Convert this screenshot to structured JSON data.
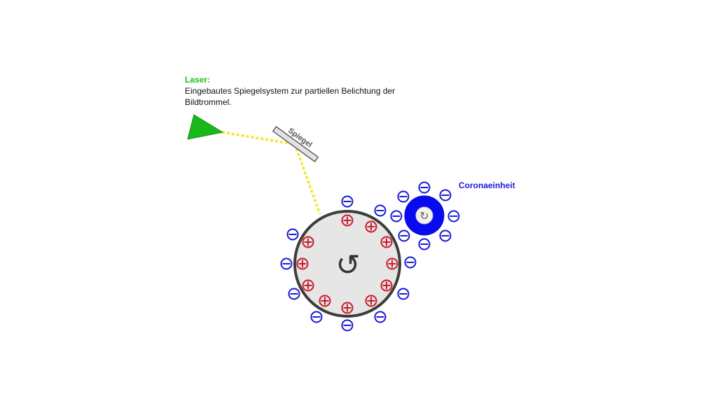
{
  "laser": {
    "title": "Laser:",
    "description": "Eingebautes Spiegelsystem zur partiellen Belichtung der Bildtrommel."
  },
  "mirror": {
    "label": "Spiegel"
  },
  "corona_unit": {
    "label": "Coronaeinheit"
  },
  "drum": {
    "rotation_symbol": "↺"
  },
  "corona_roller": {
    "rotation_symbol": "↻"
  },
  "colors": {
    "laser": "#19b819",
    "beam": "#f3e62a",
    "negative": "#1a1ad6",
    "positive": "#cc1a2a",
    "drum_fill": "#e6e6e6",
    "drum_stroke": "#3d3d3d",
    "corona": "#0a0af0"
  }
}
